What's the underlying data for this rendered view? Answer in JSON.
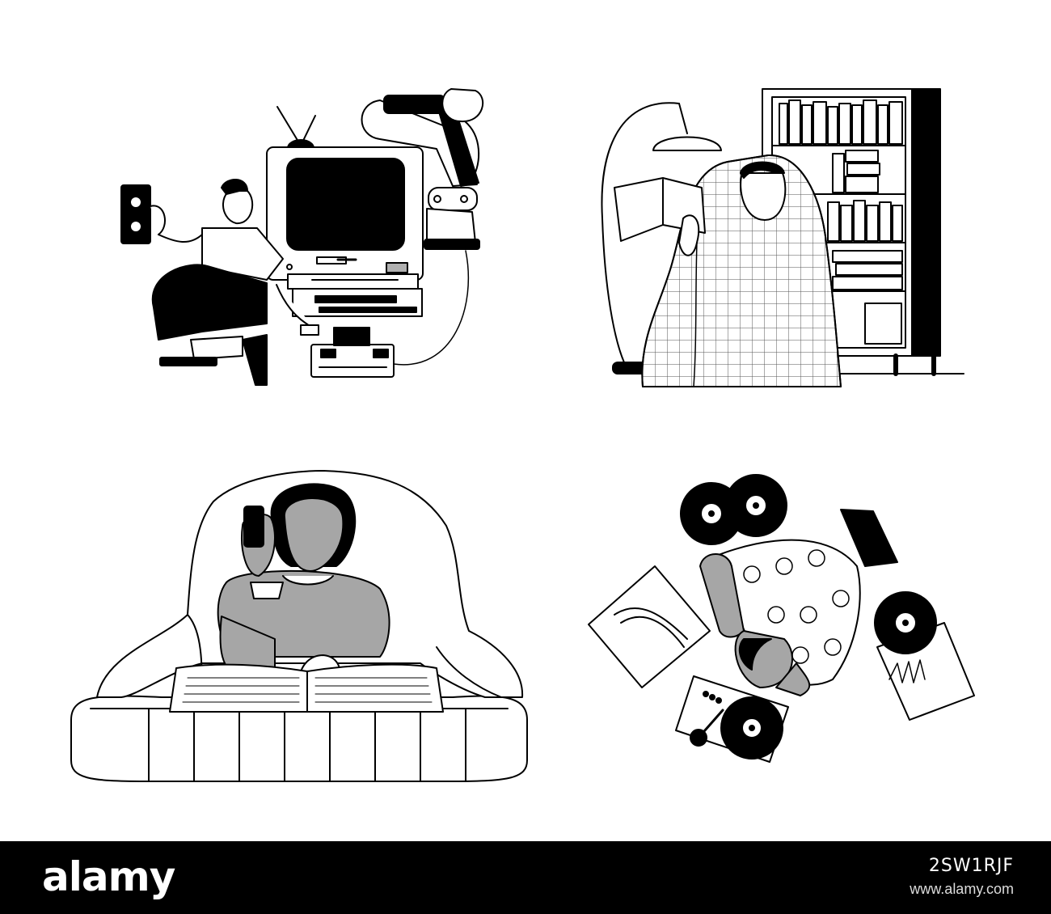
{
  "footer": {
    "brand": "alamy",
    "stock_id": "2SW1RJF",
    "site": "www.alamy.com"
  },
  "colors": {
    "ink": "#000000",
    "gray": "#a6a6a6",
    "paper": "#ffffff"
  },
  "illustrations": [
    {
      "name": "retro-gaming-scene"
    },
    {
      "name": "reading-under-blanket-by-bookshelf-scene"
    },
    {
      "name": "reading-with-flashlight-under-blanket-scene"
    },
    {
      "name": "listening-to-vinyl-records-scene"
    }
  ]
}
